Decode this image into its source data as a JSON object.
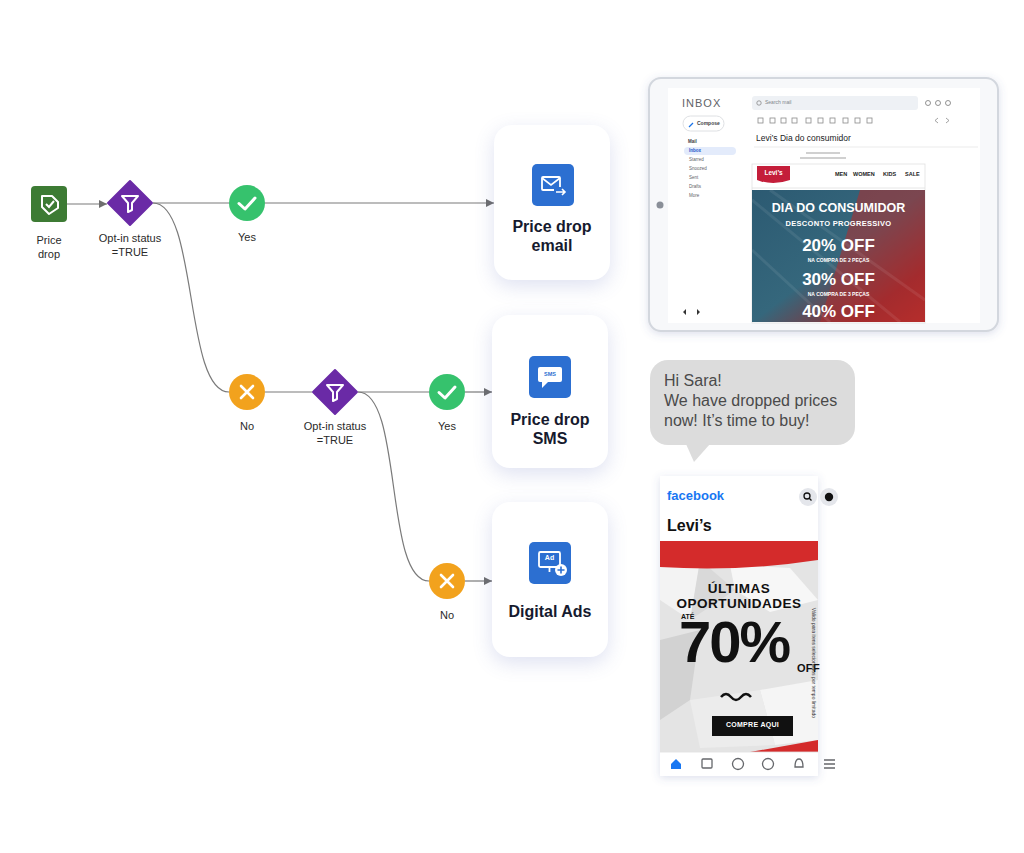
{
  "diagram": {
    "nodes": [
      {
        "text": [
          "Price drop"
        ]
      },
      {
        "text": [
          "Opt-in status =TRUE"
        ]
      },
      {
        "text": [
          "Yes"
        ]
      },
      {
        "text": [
          "Price drop email"
        ]
      },
      {
        "text": [
          "No"
        ]
      },
      {
        "text": [
          "Opt-in status =TRUE"
        ]
      },
      {
        "text": [
          "Yes"
        ]
      },
      {
        "text": [
          "Price drop SMS"
        ]
      },
      {
        "text": [
          "No"
        ]
      },
      {
        "text": [
          "Digital Ads"
        ]
      },
      {
        "text": [
          "Hi Sara!",
          "We have dropped prices now! It’s time to buy!"
        ]
      }
    ],
    "edges": [
      {
        "from": 0,
        "to": 1,
        "arrow": "to"
      },
      {
        "from": 1,
        "to": 2,
        "arrow": "none"
      },
      {
        "from": 2,
        "to": 3,
        "arrow": "to"
      },
      {
        "from": 1,
        "to": 4,
        "arrow": "none"
      },
      {
        "from": 4,
        "to": 5,
        "arrow": "none"
      },
      {
        "from": 5,
        "to": 6,
        "arrow": "none"
      },
      {
        "from": 6,
        "to": 7,
        "arrow": "to"
      },
      {
        "from": 5,
        "to": 8,
        "arrow": "none"
      },
      {
        "from": 8,
        "to": 9,
        "arrow": "to"
      }
    ],
    "labels": [
      "INBOX",
      "Search mail",
      "Compose",
      "Mail",
      "Inbox",
      "Starred",
      "Snoozed",
      "Sent",
      "Drafts",
      "More",
      "Levi’s Dia do consumidor",
      "Levi’s",
      "MEN",
      "WOMEN",
      "KIDS",
      "SALE",
      "DIA DO CONSUMIDOR",
      "DESCONTO PROGRESSIVO",
      "20% OFF",
      "NA COMPRA DE 2 PEÇAS",
      "30% OFF",
      "NA COMPRA DE 3 PEÇAS",
      "40% OFF",
      "SMS",
      "Ad",
      "facebook",
      "Levi’s",
      "ÚLTIMAS",
      "OPORTUNIDADES",
      "ATÉ",
      "70%",
      "OFF",
      "COMPRE AQUI",
      "Válido para itens selecionados por tempo limitado"
    ]
  }
}
